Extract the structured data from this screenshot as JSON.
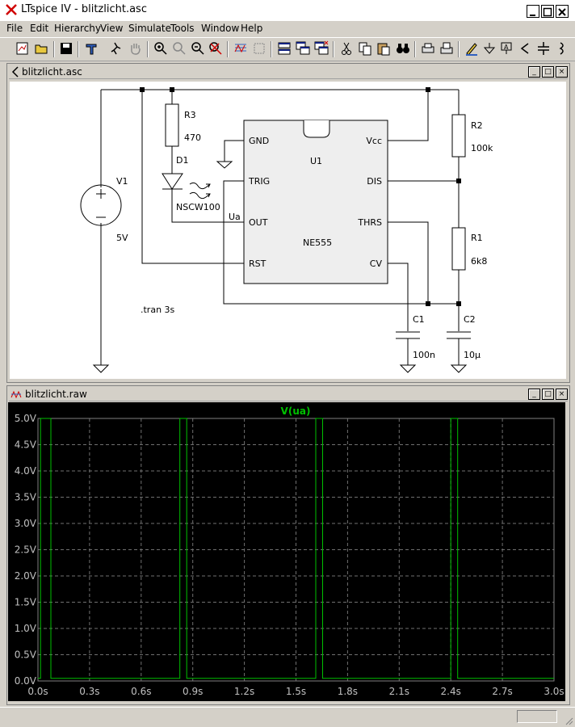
{
  "window": {
    "title": "LTspice IV - blitzlicht.asc"
  },
  "menu": [
    "File",
    "Edit",
    "Hierarchy",
    "View",
    "Simulate",
    "Tools",
    "Window",
    "Help"
  ],
  "toolbar": [
    "new-schematic",
    "open",
    "save",
    "control-panel",
    "run",
    "halt",
    "zoom-in",
    "pan",
    "zoom-out",
    "zoom-cancel",
    "waveform-view",
    "netlist",
    "tile-horizontal",
    "cascade",
    "close-all",
    "cut",
    "copy",
    "paste",
    "find",
    "print-setup",
    "print",
    "draw-wire",
    "ground",
    "label",
    "component",
    "resistor",
    "capacitor"
  ],
  "schematic": {
    "window_title": "blitzlicht.asc",
    "labels": {
      "r3_name": "R3",
      "r3_val": "470",
      "d1_name": "D1",
      "d1_val": "NSCW100",
      "v1_name": "V1",
      "v1_val": "5V",
      "ua": "Ua",
      "gnd": "GND",
      "trig": "TRIG",
      "out": "OUT",
      "rst": "RST",
      "vcc": "Vcc",
      "dis": "DIS",
      "thrs": "THRS",
      "cv": "CV",
      "u1": "U1",
      "ne555": "NE555",
      "r2_name": "R2",
      "r2_val": "100k",
      "r1_name": "R1",
      "r1_val": "6k8",
      "c1_name": "C1",
      "c1_val": "100n",
      "c2_name": "C2",
      "c2_val": "10µ",
      "directive": ".tran 3s"
    }
  },
  "plot": {
    "window_title": "blitzlicht.raw",
    "trace_name": "V(ua)",
    "trace_color": "#00c000",
    "y_ticks": [
      "5.0V",
      "4.5V",
      "4.0V",
      "3.5V",
      "3.0V",
      "2.5V",
      "2.0V",
      "1.5V",
      "1.0V",
      "0.5V",
      "0.0V"
    ],
    "x_ticks": [
      "0.0s",
      "0.3s",
      "0.6s",
      "0.9s",
      "1.2s",
      "1.5s",
      "1.8s",
      "2.1s",
      "2.4s",
      "2.7s",
      "3.0s"
    ]
  },
  "chart_data": {
    "type": "line",
    "title": "V(ua)",
    "xlabel": "",
    "ylabel": "",
    "xlim": [
      0,
      3.0
    ],
    "ylim": [
      0,
      5.0
    ],
    "grid": true,
    "series": [
      {
        "name": "V(ua)",
        "color": "#00c000",
        "points": [
          [
            0.0,
            0.05
          ],
          [
            0.015,
            0.05
          ],
          [
            0.015,
            5.0
          ],
          [
            0.075,
            5.0
          ],
          [
            0.075,
            0.05
          ],
          [
            0.825,
            0.05
          ],
          [
            0.825,
            5.0
          ],
          [
            0.865,
            5.0
          ],
          [
            0.865,
            0.05
          ],
          [
            1.615,
            0.05
          ],
          [
            1.615,
            5.0
          ],
          [
            1.655,
            5.0
          ],
          [
            1.655,
            0.05
          ],
          [
            2.4,
            0.05
          ],
          [
            2.4,
            5.0
          ],
          [
            2.44,
            5.0
          ],
          [
            2.44,
            0.05
          ],
          [
            3.0,
            0.05
          ]
        ]
      }
    ]
  }
}
